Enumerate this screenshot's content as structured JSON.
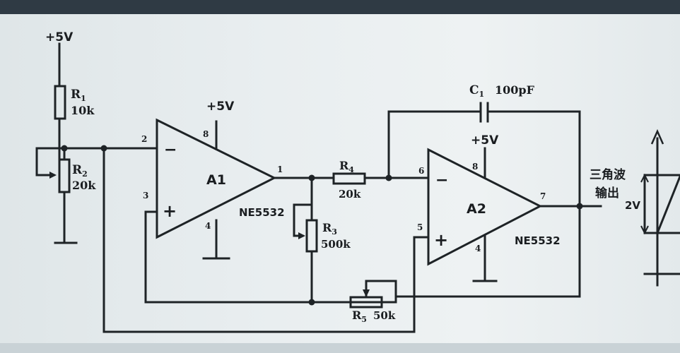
{
  "circuit": {
    "supply_r1": "+5V",
    "supply_a1": "+5V",
    "supply_a2": "+5V",
    "r1_name": "R",
    "r1_sub": "1",
    "r1_value": "10k",
    "r2_name": "R",
    "r2_sub": "2",
    "r2_value": "20k",
    "r3_name": "R",
    "r3_sub": "3",
    "r3_value": "500k",
    "r4_name": "R",
    "r4_sub": "4",
    "r4_value": "20k",
    "r5_name": "R",
    "r5_sub": "5",
    "r5_value": "50k",
    "c1_name": "C",
    "c1_sub": "1",
    "c1_value": "100pF",
    "a1_label": "A1",
    "a2_label": "A2",
    "a1_part": "NE5532",
    "a2_part": "NE5532",
    "a1_minus": "−",
    "a1_plus": "+",
    "a2_minus": "−",
    "a2_plus": "+",
    "a1_pin_inv": "2",
    "a1_pin_noninv": "3",
    "a1_pin_out": "1",
    "a1_pin_vcc": "8",
    "a1_pin_gnd": "4",
    "a2_pin_inv": "6",
    "a2_pin_noninv": "5",
    "a2_pin_out": "7",
    "a2_pin_vcc": "8",
    "a2_pin_gnd": "4",
    "output_label_1": "三角波",
    "output_label_2": "输出",
    "amplitude": "2V"
  }
}
